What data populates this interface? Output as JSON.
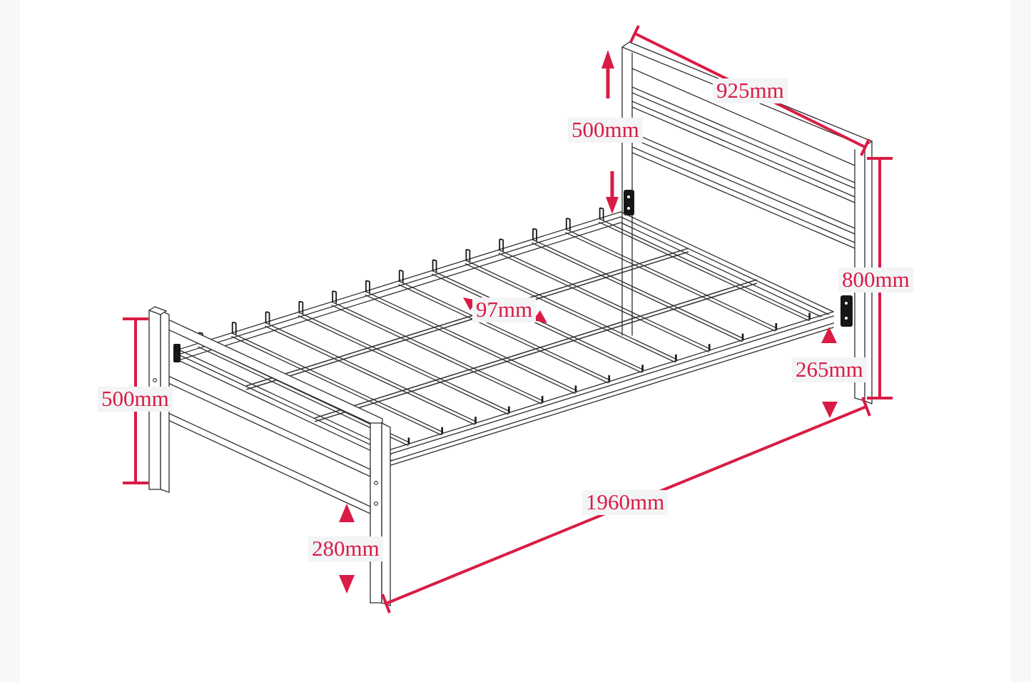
{
  "page": {
    "background_color": "#f7f8fa",
    "canvas_color": "#ffffff",
    "accent_color": "#d91c45",
    "line_color": "#2d2d2d",
    "label_background": "#f3f4f6"
  },
  "diagram": {
    "dimensions": {
      "headboard_width": "925mm",
      "headboard_above_rail": "500mm",
      "headboard_height": "800mm",
      "rail_to_floor": "265mm",
      "slat_spacing": "97mm",
      "footboard_height": "500mm",
      "footboard_bar_to_floor": "280mm",
      "bed_length": "1960mm"
    }
  }
}
